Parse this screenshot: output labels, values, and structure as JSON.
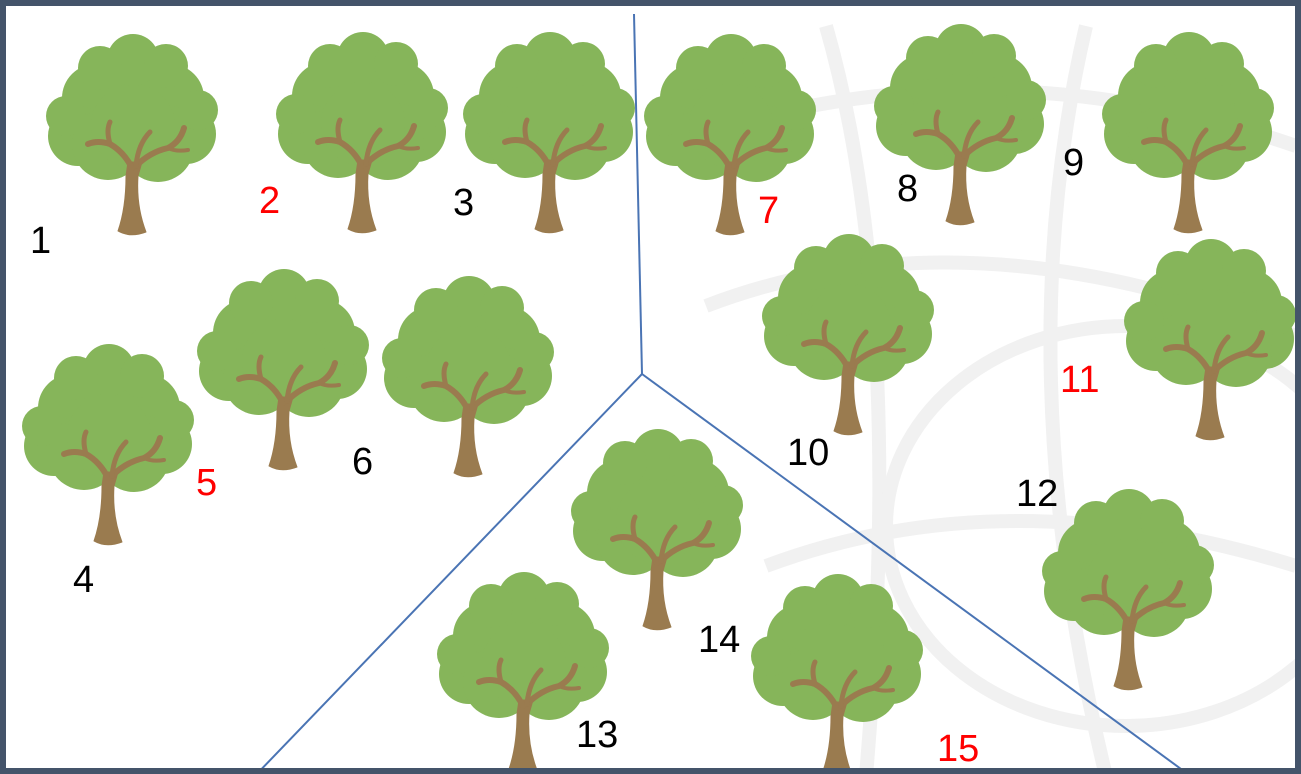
{
  "trees": [
    {
      "label": "1",
      "color": "#000000"
    },
    {
      "label": "2",
      "color": "#ff0000"
    },
    {
      "label": "3",
      "color": "#000000"
    },
    {
      "label": "4",
      "color": "#000000"
    },
    {
      "label": "5",
      "color": "#ff0000"
    },
    {
      "label": "6",
      "color": "#000000"
    },
    {
      "label": "7",
      "color": "#ff0000"
    },
    {
      "label": "8",
      "color": "#000000"
    },
    {
      "label": "9",
      "color": "#000000"
    },
    {
      "label": "10",
      "color": "#000000"
    },
    {
      "label": "11",
      "color": "#ff0000"
    },
    {
      "label": "12",
      "color": "#000000"
    },
    {
      "label": "13",
      "color": "#000000"
    },
    {
      "label": "14",
      "color": "#000000"
    },
    {
      "label": "15",
      "color": "#ff0000"
    }
  ],
  "colors": {
    "canopy": "#86b55a",
    "trunk": "#9a7b4f",
    "divider": "#4a74b4",
    "border": "#44546a",
    "highlight": "#ff0000",
    "text": "#000000"
  }
}
